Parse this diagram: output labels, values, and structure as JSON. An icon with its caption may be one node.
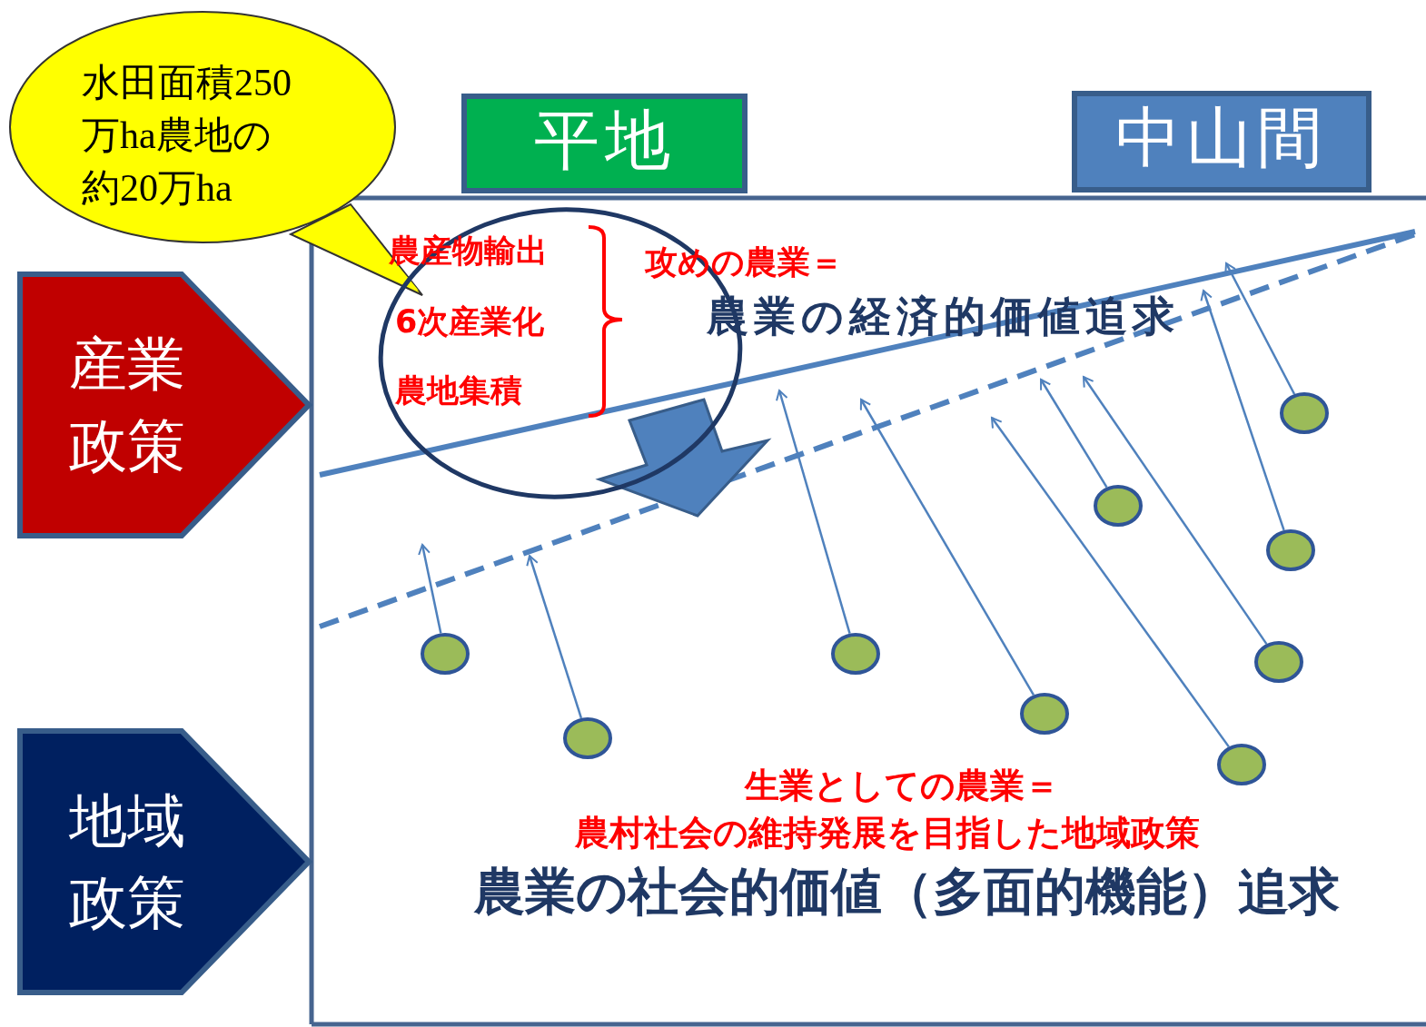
{
  "diagram": {
    "nodes": [
      {
        "text": [
          "水田面積250万ha農地の約20万ha"
        ]
      },
      {
        "text": [
          "平地"
        ]
      },
      {
        "text": [
          "中山間"
        ]
      },
      {
        "text": [
          "産業政策"
        ]
      },
      {
        "text": [
          "地域政策"
        ]
      },
      {
        "text": [
          "農産物輸出",
          "6次産業化",
          "農地集積"
        ]
      },
      {
        "text": [],
        "shape": "circle"
      },
      {
        "text": [],
        "shape": "circle"
      },
      {
        "text": [],
        "shape": "circle"
      },
      {
        "text": [],
        "shape": "circle"
      },
      {
        "text": [],
        "shape": "circle"
      },
      {
        "text": [],
        "shape": "circle"
      },
      {
        "text": [],
        "shape": "circle"
      },
      {
        "text": [],
        "shape": "circle"
      },
      {
        "text": [],
        "shape": "circle"
      }
    ],
    "edges": [
      {
        "from": 6,
        "to": null,
        "arrow": "to"
      },
      {
        "from": 7,
        "to": null,
        "arrow": "to"
      },
      {
        "from": 8,
        "to": null,
        "arrow": "to"
      },
      {
        "from": 9,
        "to": null,
        "arrow": "to"
      },
      {
        "from": 10,
        "to": null,
        "arrow": "to"
      },
      {
        "from": 11,
        "to": null,
        "arrow": "to"
      },
      {
        "from": 12,
        "to": null,
        "arrow": "to"
      },
      {
        "from": 13,
        "to": null,
        "arrow": "to"
      },
      {
        "from": 14,
        "to": null,
        "arrow": "to"
      }
    ],
    "labels": [
      "攻めの農業＝",
      "農業の経済的価値追求",
      "生業としての農業＝",
      "農村社会の維持発展を目指した地域政策",
      "農業の社会的価値（多面的機能）追求"
    ]
  }
}
